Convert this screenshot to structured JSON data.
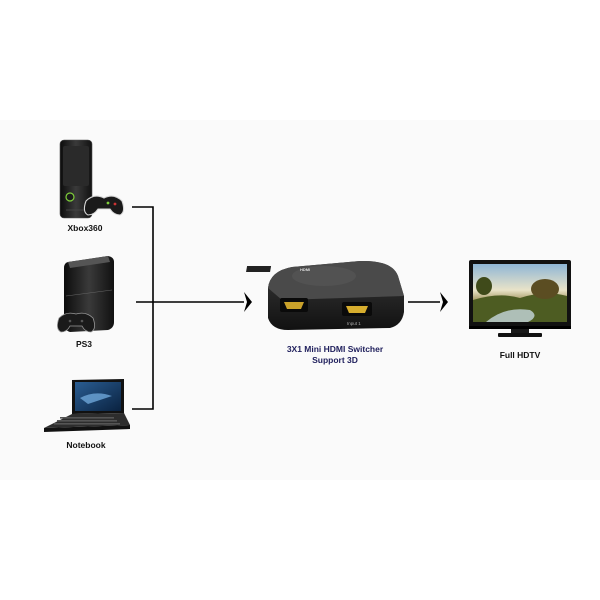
{
  "devices": {
    "xbox": {
      "label": "Xbox360",
      "icon": "xbox360-console-icon"
    },
    "ps3": {
      "label": "PS3",
      "icon": "ps3-console-icon"
    },
    "notebook": {
      "label": "Notebook",
      "icon": "notebook-laptop-icon"
    }
  },
  "switcher": {
    "title_line1": "3X1 Mini HDMI Switcher",
    "title_line2": "Support 3D",
    "logo_text": "HDMI",
    "port_label": "Input 1",
    "icon": "hdmi-switcher-icon"
  },
  "tv": {
    "label": "Full HDTV",
    "icon": "hdtv-icon"
  },
  "colors": {
    "line": "#000000",
    "switcher_text": "#1f1f5c",
    "device_body": "#1b1b1b"
  }
}
